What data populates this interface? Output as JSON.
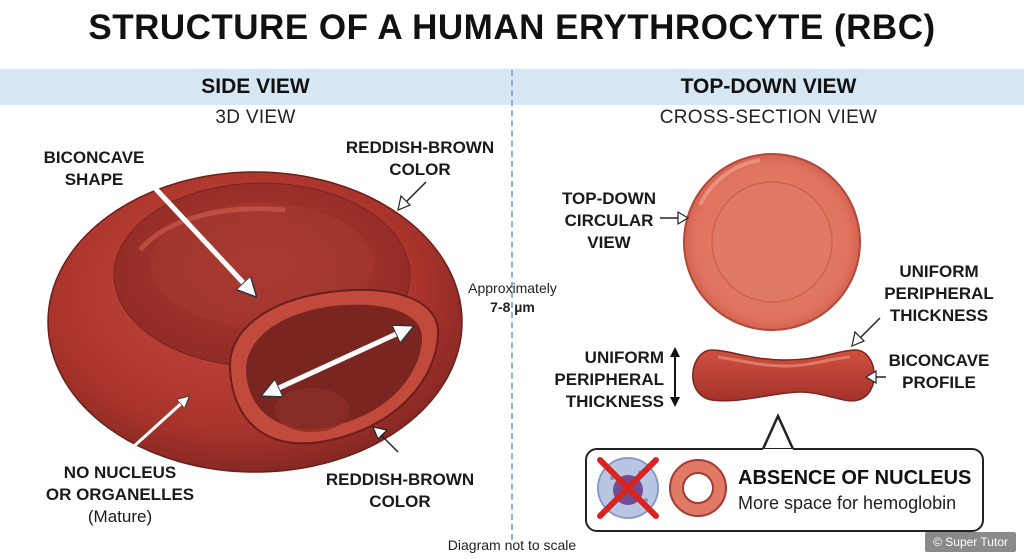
{
  "title": "STRUCTURE OF A HUMAN ERYTHROCYTE (RBC)",
  "left_panel": {
    "header": "SIDE VIEW",
    "subheader": "3D VIEW",
    "labels": {
      "biconcave_l1": "BICONCAVE",
      "biconcave_l2": "SHAPE",
      "reddish_top_l1": "REDDISH-BROWN",
      "reddish_top_l2": "COLOR",
      "no_nucleus_l1": "NO NUCLEUS",
      "no_nucleus_l2": "OR ORGANELLES",
      "no_nucleus_l3": "(Mature)",
      "reddish_bottom_l1": "REDDISH-BROWN",
      "reddish_bottom_l2": "COLOR"
    },
    "size_note_l1": "Approximately",
    "size_note_l2": "7-8 µm"
  },
  "right_panel": {
    "header": "TOP-DOWN VIEW",
    "subheader": "CROSS-SECTION VIEW",
    "labels": {
      "topdown_l1": "TOP-DOWN",
      "topdown_l2": "CIRCULAR",
      "topdown_l3": "VIEW",
      "uniform_top_l1": "UNIFORM",
      "uniform_top_l2": "PERIPHERAL",
      "uniform_top_l3": "THICKNESS",
      "uniform_left_l1": "UNIFORM",
      "uniform_left_l2": "PERIPHERAL",
      "uniform_left_l3": "THICKNESS",
      "biconcave_profile_l1": "BICONCAVE",
      "biconcave_profile_l2": "PROFILE"
    },
    "callout": {
      "title": "ABSENCE OF NUCLEUS",
      "subtitle": "More space for hemoglobin"
    }
  },
  "footer_note": "Diagram not to scale",
  "credit": "© Super Tutor",
  "colors": {
    "cell_dark": "#a8322c",
    "cell_mid": "#c2453a",
    "cell_light": "#e48672",
    "band": "#d6e6f3",
    "cross": "#d9231f"
  }
}
